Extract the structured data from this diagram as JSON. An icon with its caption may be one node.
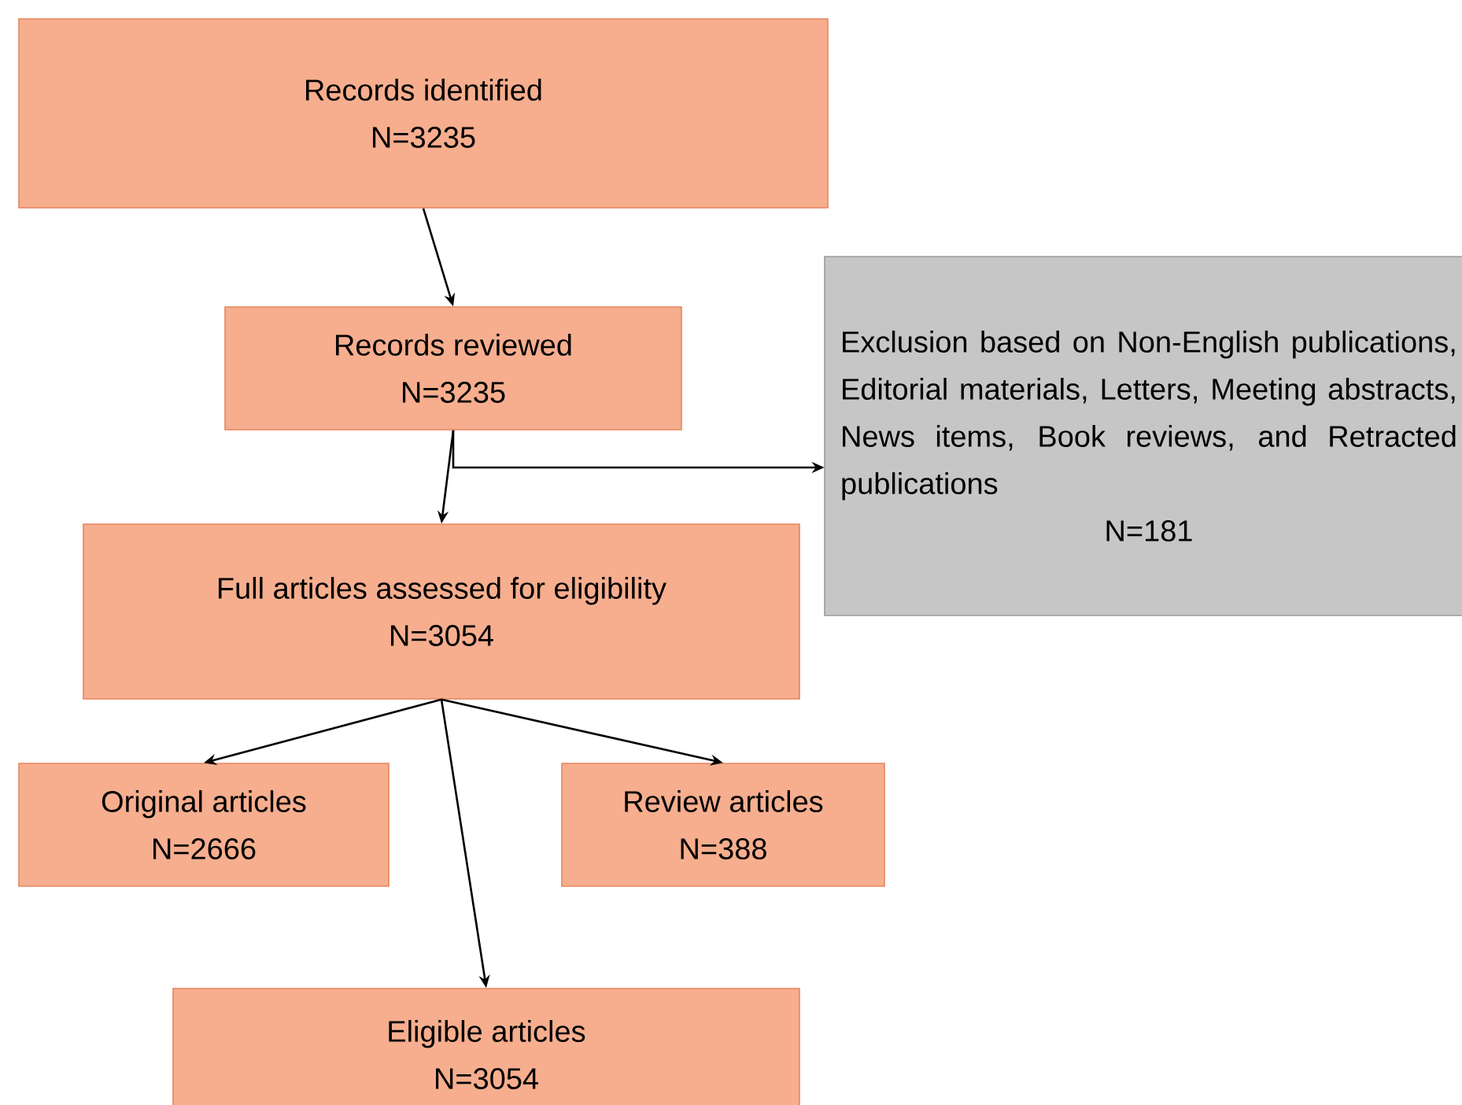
{
  "diagram": {
    "nodes": [
      {
        "text": [
          "Records identified",
          "N=3235"
        ]
      },
      {
        "text": [
          "Records reviewed",
          "N=3235"
        ]
      },
      {
        "text": [
          "Exclusion based on Non-English publications, Editorial materials, Letters, Meeting abstracts, News items, Book reviews, and Retracted publications",
          "N=181"
        ]
      },
      {
        "text": [
          "Full articles assessed for eligibility",
          "N=3054"
        ]
      },
      {
        "text": [
          "Original articles",
          "N=2666"
        ]
      },
      {
        "text": [
          "Review articles",
          "N=388"
        ]
      },
      {
        "text": [
          "Eligible articles",
          "N=3054"
        ]
      }
    ],
    "edges": [
      {
        "from": 0,
        "to": 1,
        "arrow": "to"
      },
      {
        "from": 1,
        "to": 3,
        "arrow": "to"
      },
      {
        "from": 1,
        "to": 2,
        "arrow": "to"
      },
      {
        "from": 3,
        "to": 4,
        "arrow": "to"
      },
      {
        "from": 3,
        "to": 6,
        "arrow": "to"
      },
      {
        "from": 3,
        "to": 5,
        "arrow": "to"
      }
    ]
  }
}
